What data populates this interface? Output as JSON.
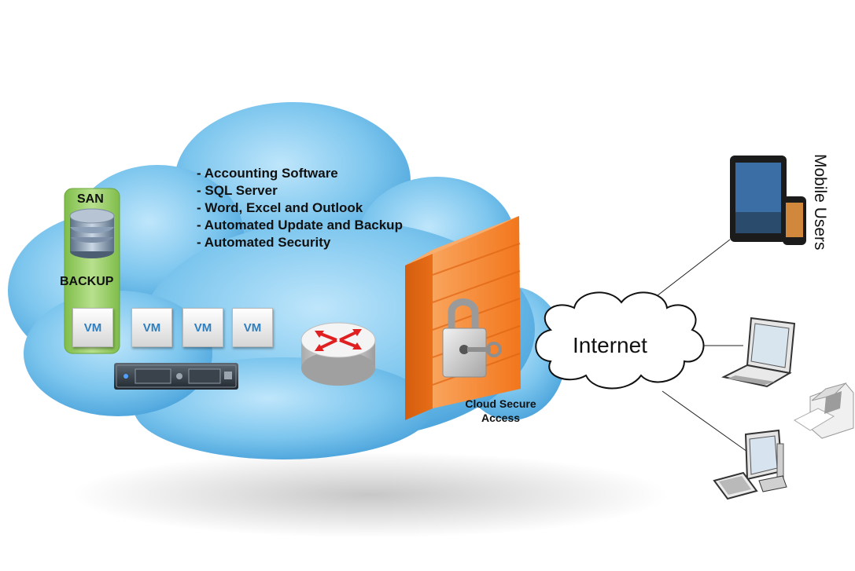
{
  "services": [
    "- Accounting Software",
    "- SQL Server",
    "- Word, Excel and Outlook",
    "- Automated Update and Backup",
    "- Automated Security"
  ],
  "san_label": "SAN",
  "backup_label": "BACKUP",
  "vm_label": "VM",
  "firewall_label_line1": "Cloud Secure",
  "firewall_label_line2": "Access",
  "internet_label": "Internet",
  "mobile_users_label": "Mobile Users",
  "colors": {
    "cloud": "#7dc6ee",
    "cloud_dark": "#3d9ad6",
    "firewall": "#f47b20",
    "san_panel": "#9ccf6b",
    "vm_text": "#2f7fc0"
  }
}
